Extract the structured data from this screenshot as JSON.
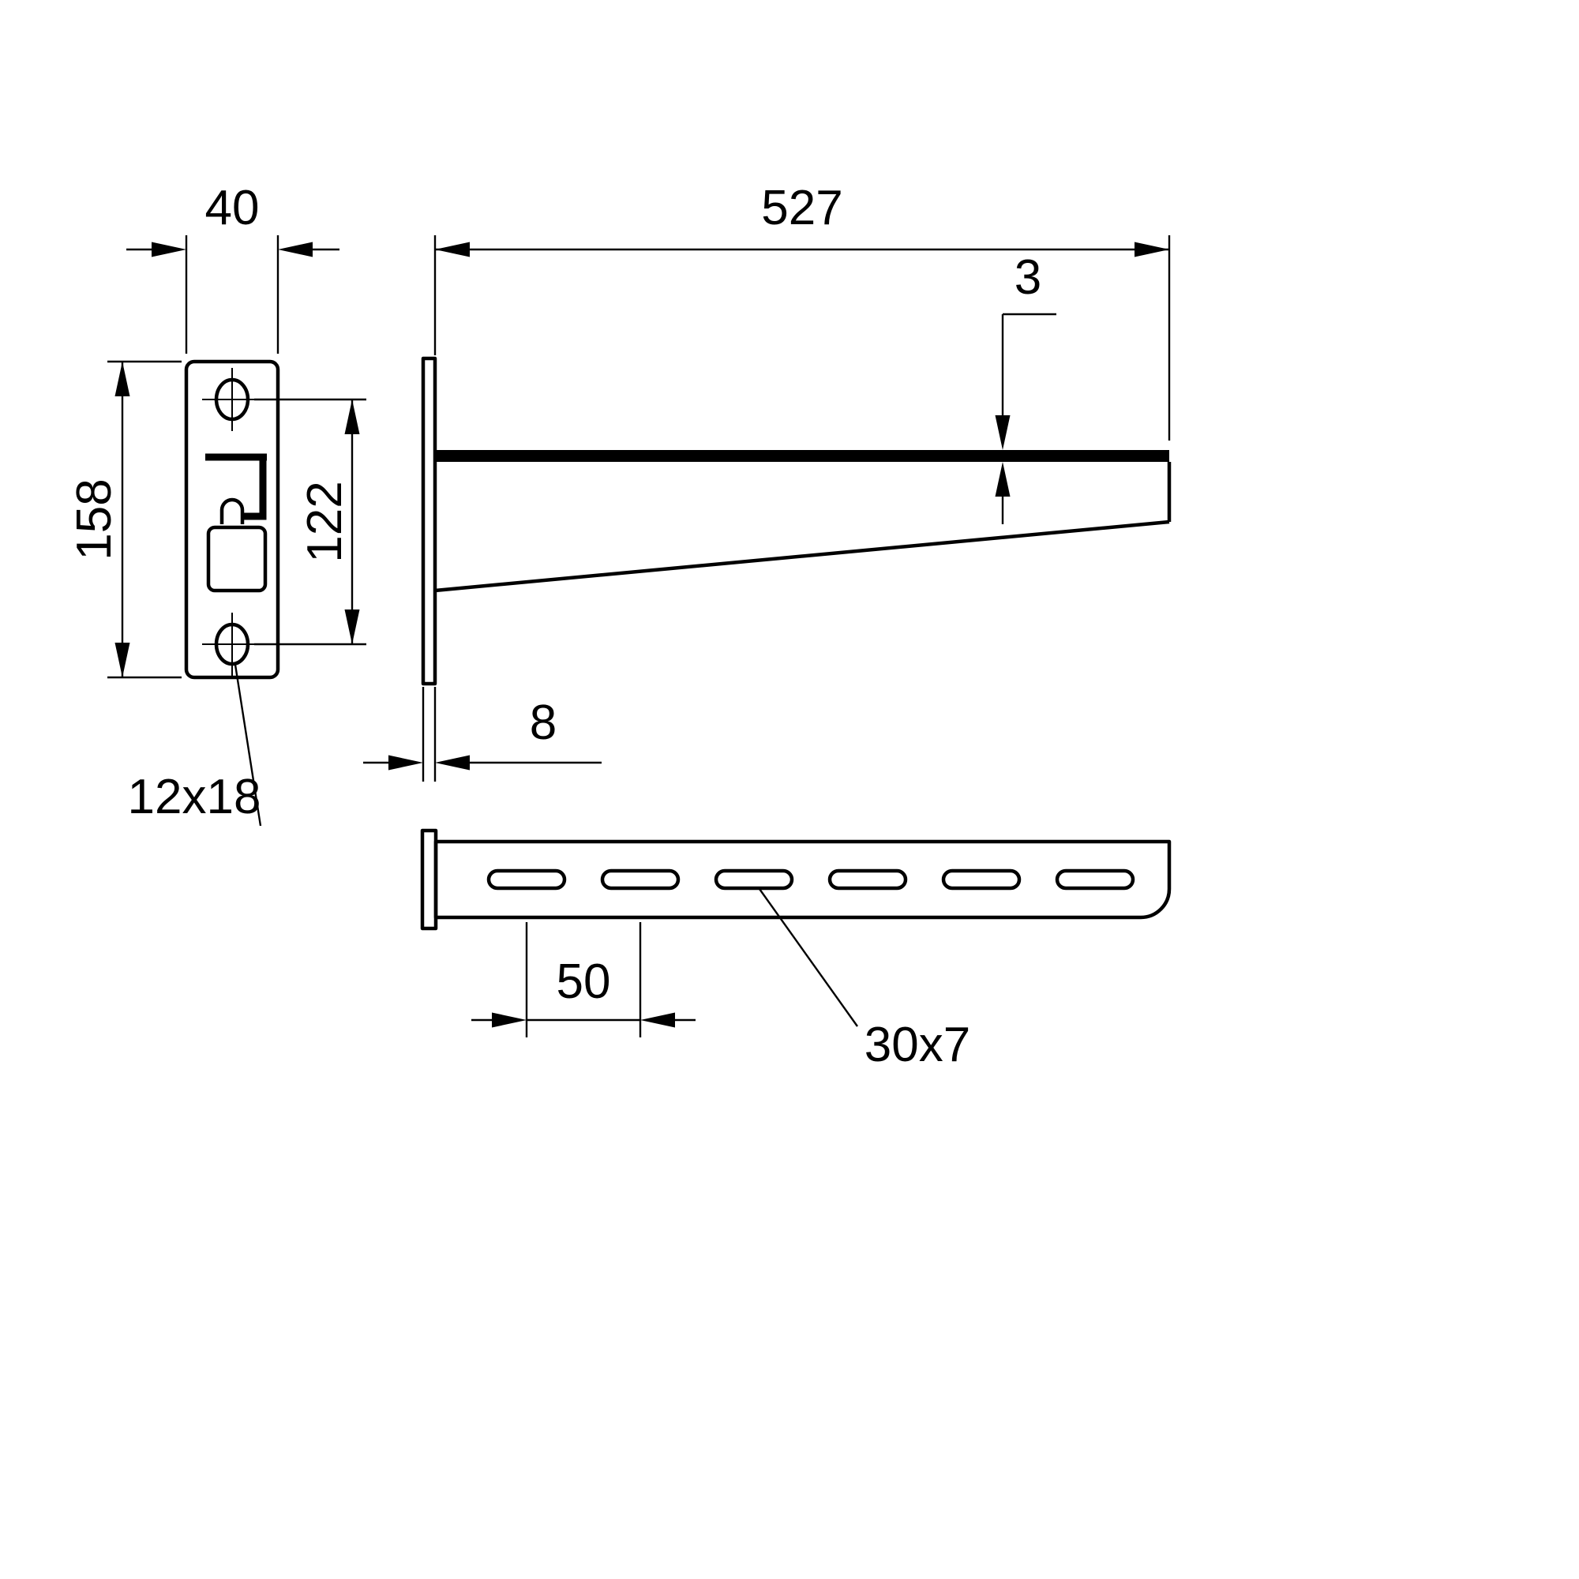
{
  "page": {
    "background": "#ffffff",
    "line_color": "#000000",
    "kind": "technical dimension drawing of a wall-mounted cantilever bracket"
  },
  "views": {
    "front": {
      "width": "40",
      "height": "158",
      "hole_spacing": "122",
      "hole_callout": "12x18"
    },
    "side": {
      "length": "527",
      "flange_thickness": "3",
      "plate_thickness": "8"
    },
    "top": {
      "slot_pitch": "50",
      "slot_callout": "30x7"
    }
  }
}
